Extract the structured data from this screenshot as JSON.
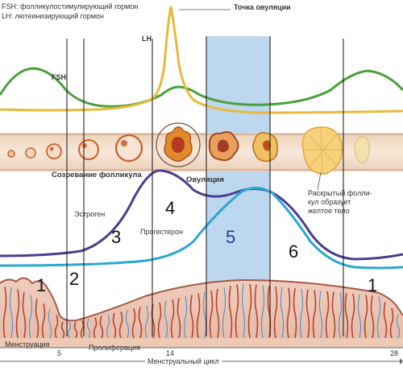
{
  "legend": {
    "fsh": "FSH: фолликулостимулирующий гормон",
    "lh": "LH: лютеинизирующий гормон"
  },
  "labels": {
    "ovulation_point": "Точка овуляции",
    "lh": "LH",
    "fsh": "FSH",
    "follicle_maturation": "Созревание фолликула",
    "ovulation": "Овуляция",
    "corpus_luteum": "Раскрытый фолли-\nкул образует\nжелтое тело",
    "estrogen": "Эстроген",
    "progesterone": "Прогестерон",
    "menstruation": "Менструация",
    "proliferation": "Пролиферация",
    "cycle": "Менструальный цикл"
  },
  "day_ticks": [
    "5",
    "14",
    "28"
  ],
  "phase_numbers": [
    "1",
    "2",
    "3",
    "4",
    "5",
    "6",
    "1"
  ],
  "colors": {
    "fsh": "#4aa03a",
    "lh": "#e8b93a",
    "estrogen": "#4b3d8f",
    "progesterone": "#2aa7d0",
    "band": "#bcd7ee",
    "ovary_strip": "#f3dfcc",
    "endometrium": "#e8c3b4"
  }
}
